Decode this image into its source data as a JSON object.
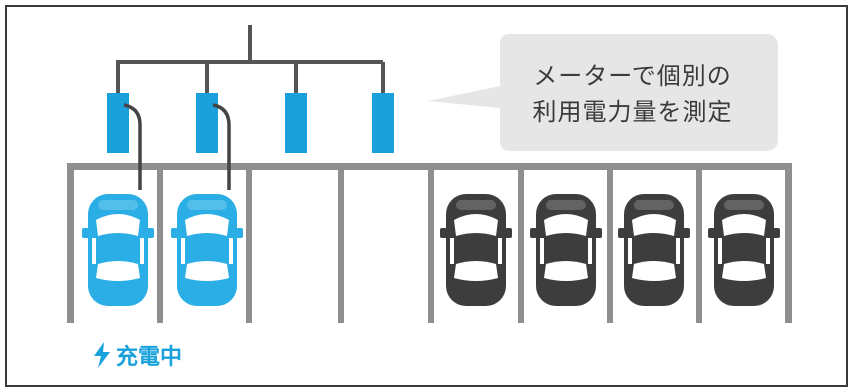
{
  "caption": {
    "line1": "メーターで個別の",
    "line2": "利用電力量を測定"
  },
  "status": {
    "label": "充電中",
    "icon": "lightning-icon"
  },
  "colors": {
    "accent": "#1aa1dc",
    "car_charging": "#2aaee5",
    "car_idle": "#3d3d3d",
    "lines": "#555555",
    "bubble": "#e6e6e6"
  },
  "spaces": [
    {
      "occupied": true,
      "charging": true
    },
    {
      "occupied": true,
      "charging": true
    },
    {
      "occupied": false,
      "charging": false
    },
    {
      "occupied": false,
      "charging": false
    },
    {
      "occupied": true,
      "charging": false
    },
    {
      "occupied": true,
      "charging": false
    },
    {
      "occupied": true,
      "charging": false
    },
    {
      "occupied": true,
      "charging": false
    }
  ],
  "meters": 4
}
